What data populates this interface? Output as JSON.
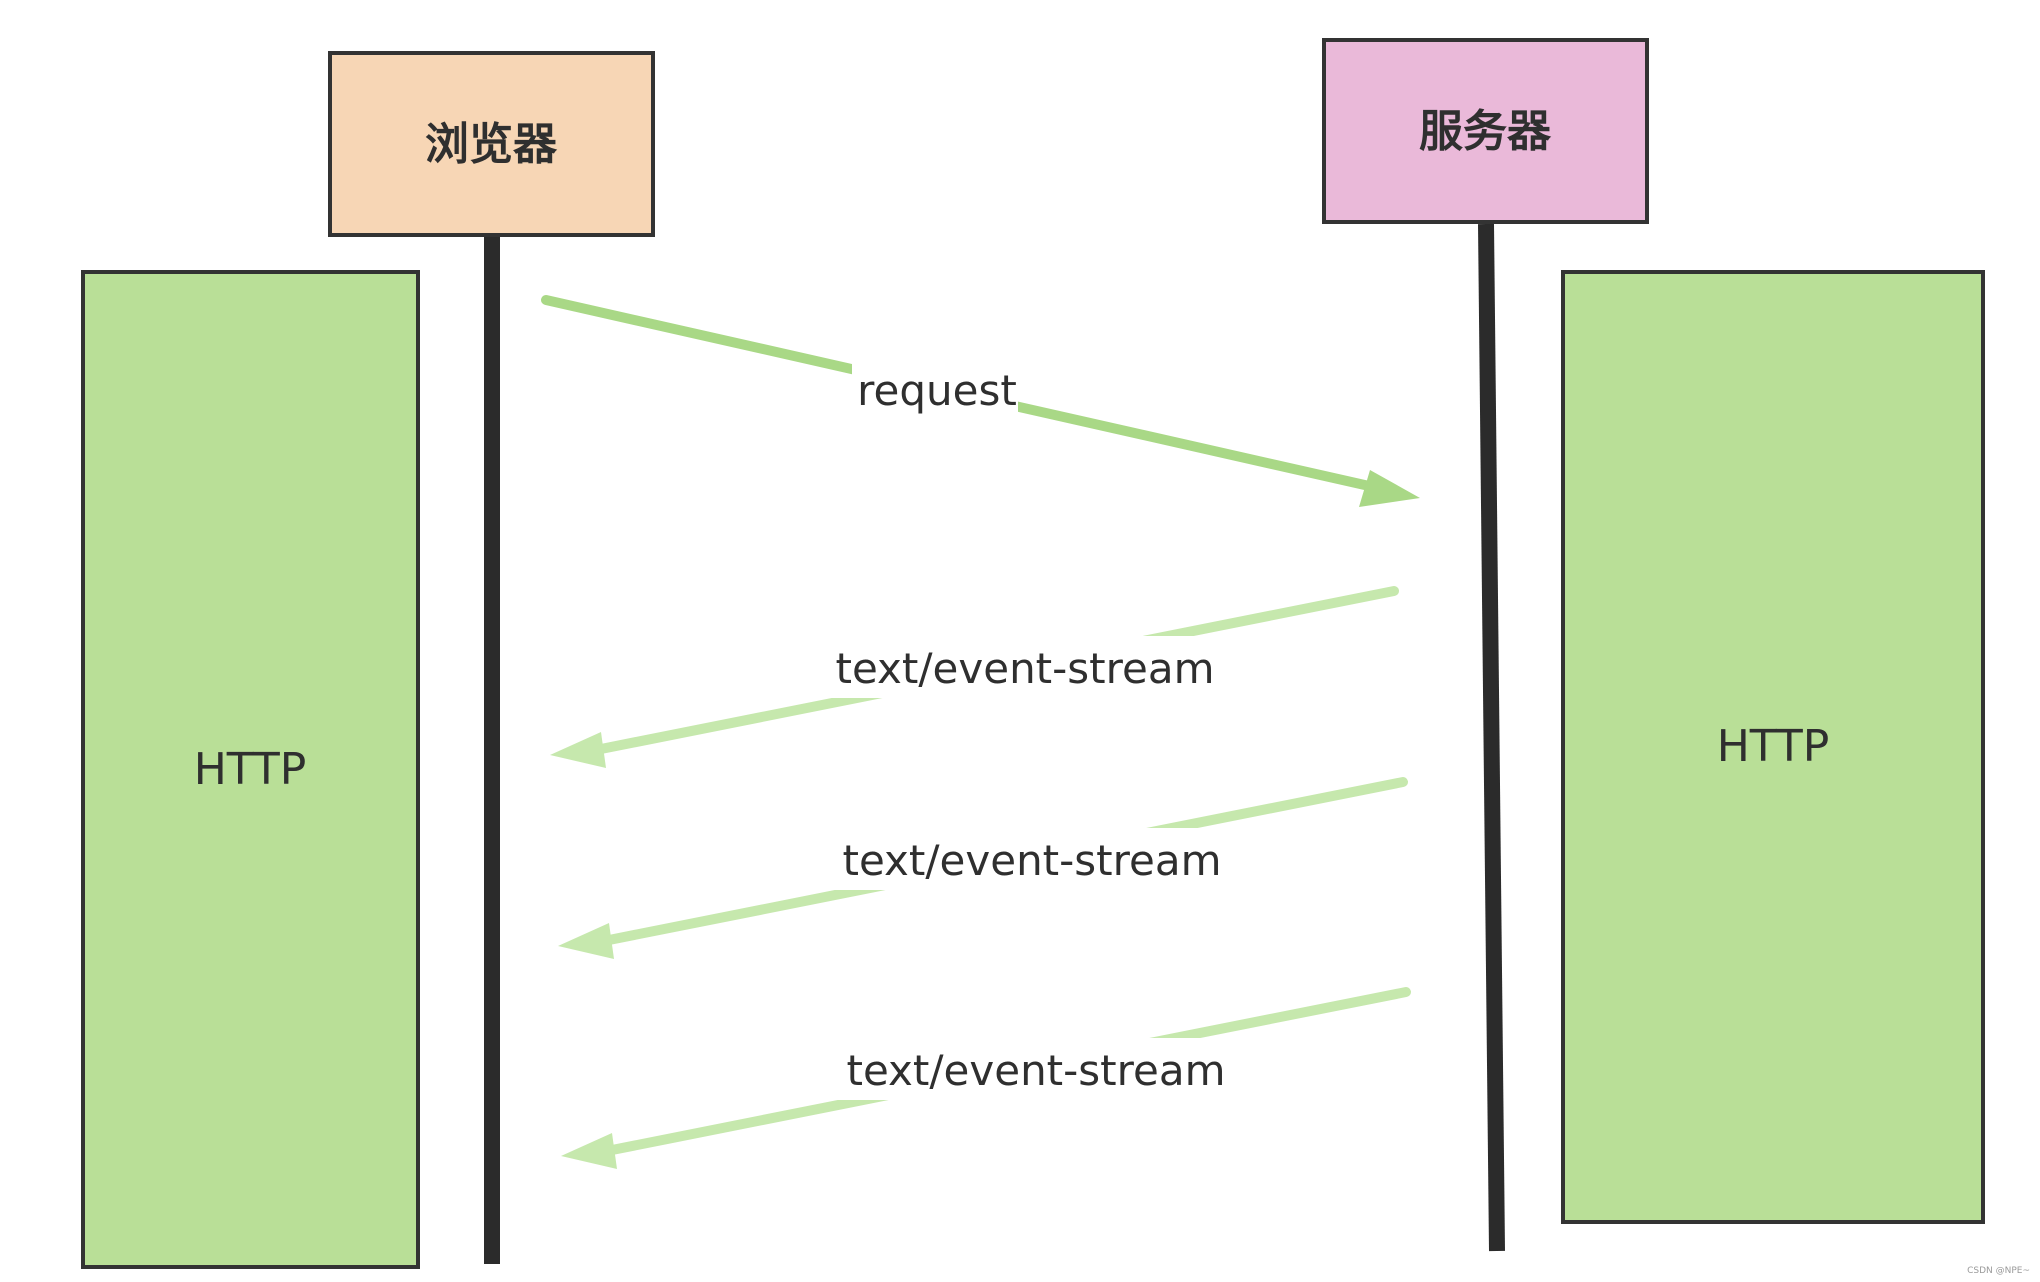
{
  "participants": {
    "browser": {
      "label": "浏览器",
      "fill": "#f7d6b5"
    },
    "server": {
      "label": "服务器",
      "fill": "#eab9d9"
    }
  },
  "protocols": {
    "left": {
      "label": "HTTP",
      "fill": "#b9df97"
    },
    "right": {
      "label": "HTTP",
      "fill": "#b9df97"
    }
  },
  "messages": [
    {
      "label": "request",
      "direction": "browser-to-server",
      "color": "#a9d886"
    },
    {
      "label": "text/event-stream",
      "direction": "server-to-browser",
      "color": "#c6e8ad"
    },
    {
      "label": "text/event-stream",
      "direction": "server-to-browser",
      "color": "#c6e8ad"
    },
    {
      "label": "text/event-stream",
      "direction": "server-to-browser",
      "color": "#c6e8ad"
    }
  ],
  "watermark": "CSDN @NPE~"
}
